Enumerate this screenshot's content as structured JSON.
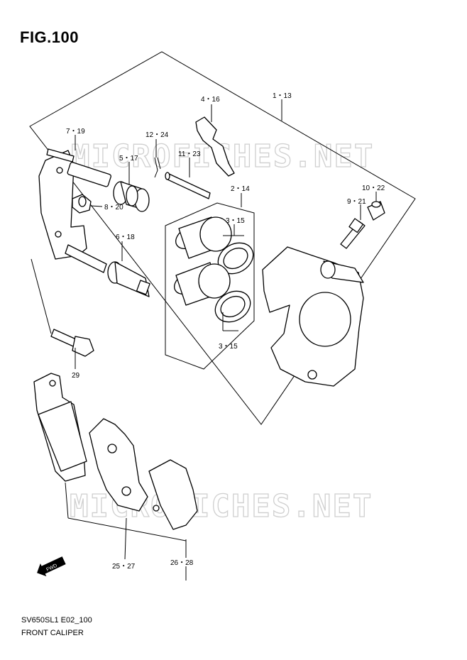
{
  "figure": {
    "title": "FIG.100"
  },
  "watermarks": [
    "MICROFICHES.NET",
    "MICROFICHES.NET"
  ],
  "callouts": [
    {
      "id": "c-1-13",
      "text": "1・13"
    },
    {
      "id": "c-4-16",
      "text": "4・16"
    },
    {
      "id": "c-7-19",
      "text": "7・19"
    },
    {
      "id": "c-12-24",
      "text": "12・24"
    },
    {
      "id": "c-5-17",
      "text": "5・17"
    },
    {
      "id": "c-11-23",
      "text": "11・23"
    },
    {
      "id": "c-2-14",
      "text": "2・14"
    },
    {
      "id": "c-10-22",
      "text": "10・22"
    },
    {
      "id": "c-9-21",
      "text": "9・21"
    },
    {
      "id": "c-8-20",
      "text": "8・20"
    },
    {
      "id": "c-3-15a",
      "text": "3・15"
    },
    {
      "id": "c-6-18",
      "text": "6・18"
    },
    {
      "id": "c-3-15b",
      "text": "3・15"
    },
    {
      "id": "c-29",
      "text": "29"
    },
    {
      "id": "c-25-27",
      "text": "25・27"
    },
    {
      "id": "c-26-28",
      "text": "26・28"
    }
  ],
  "fwd_arrow": "FWD",
  "footer": {
    "code": "SV650SL1 E02_100",
    "name": "FRONT CALIPER"
  }
}
